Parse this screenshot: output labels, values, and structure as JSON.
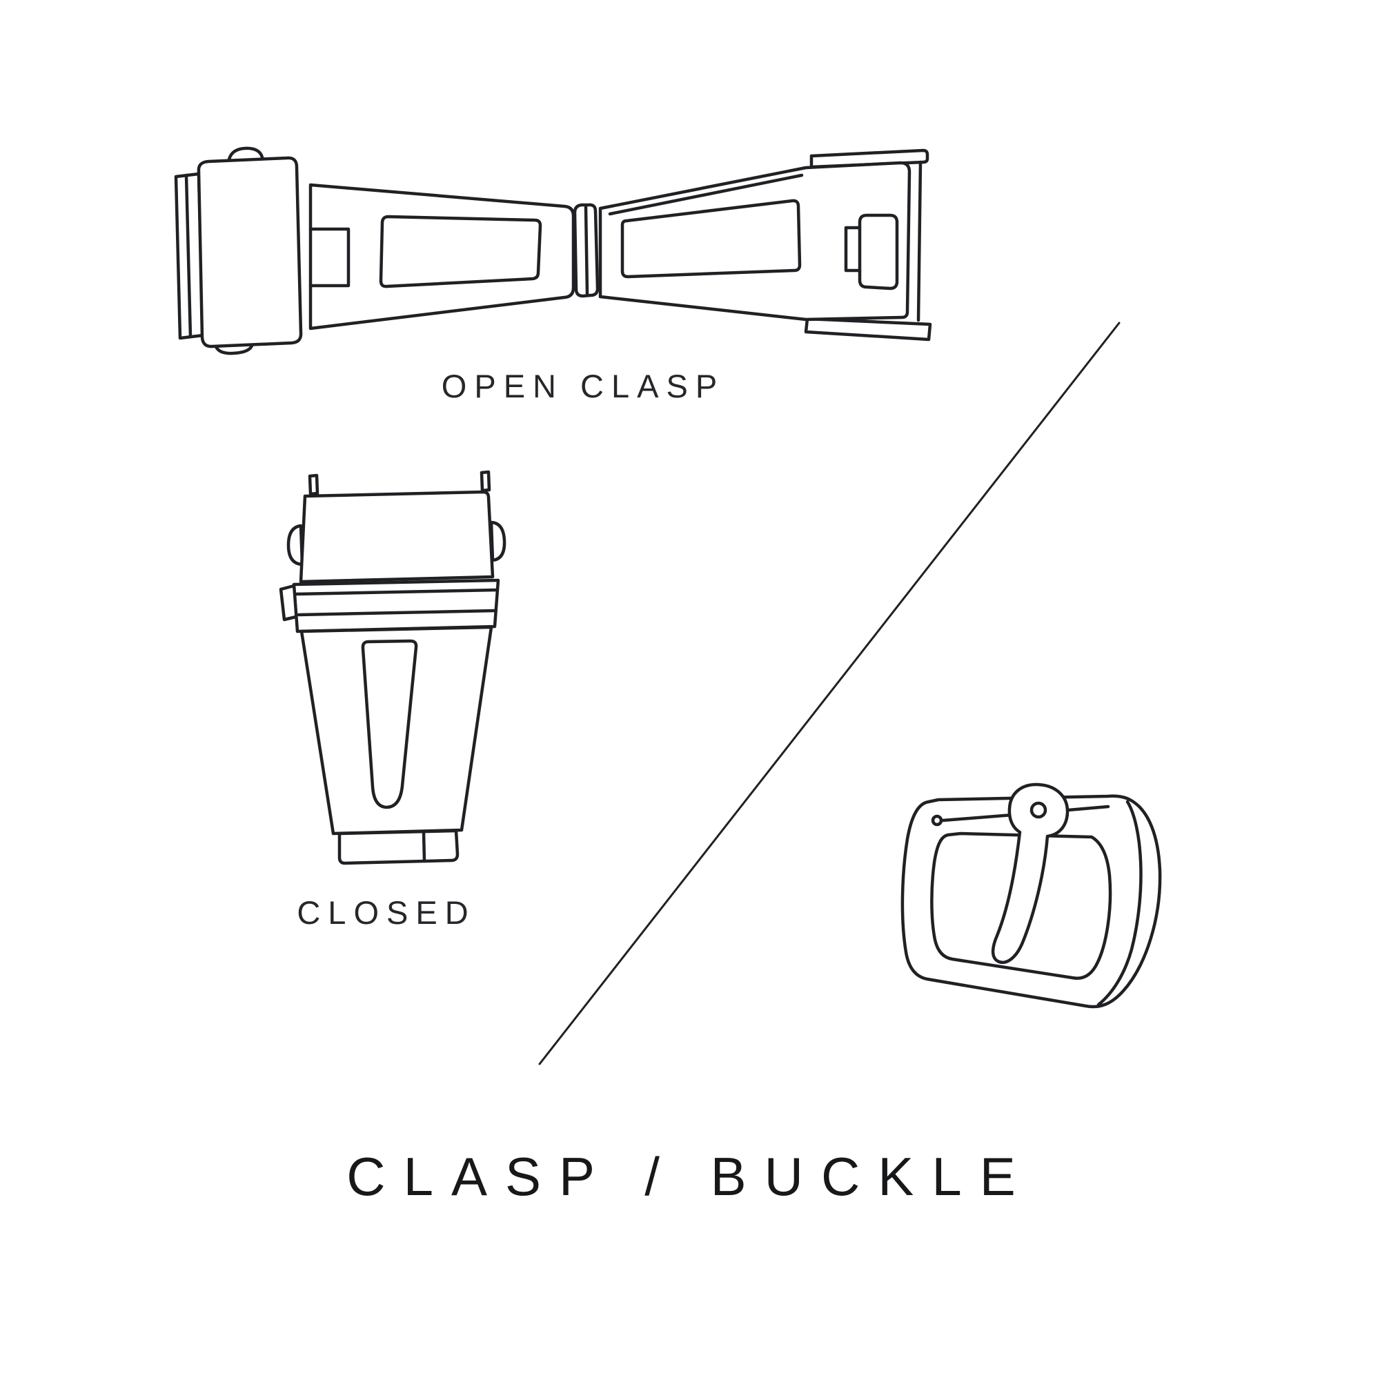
{
  "page": {
    "background": "#ffffff",
    "line_color": "#1f2124",
    "text_color": "#26272b"
  },
  "labels": {
    "open_clasp": "OPEN CLASP",
    "closed": "CLOSED"
  },
  "title": "CLASP / BUCKLE",
  "figures": {
    "open_clasp_drawing": "watch deployant clasp shown open, top view",
    "closed_clasp_drawing": "watch clasp shown closed, top view",
    "buckle_drawing": "watch strap pin buckle, perspective view",
    "divider": "diagonal divider line"
  }
}
